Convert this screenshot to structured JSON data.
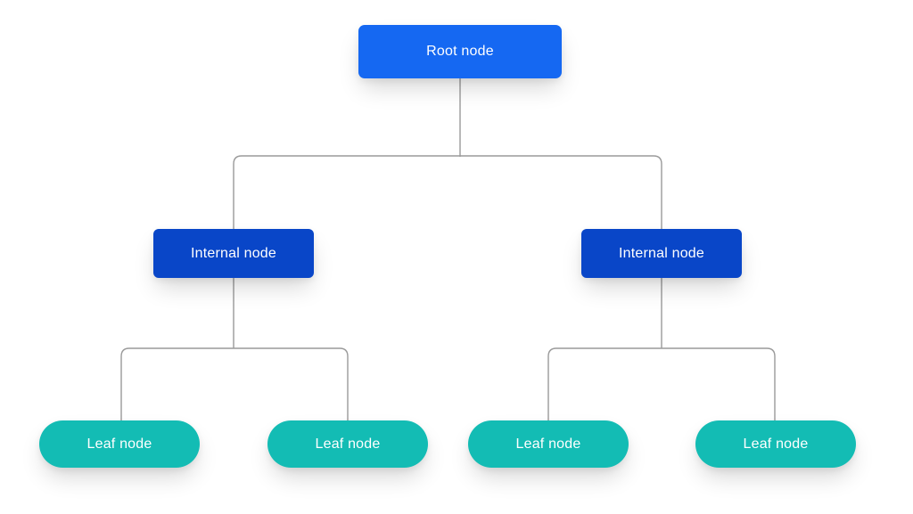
{
  "diagram": {
    "type": "tree",
    "colors": {
      "root": "#1568F2",
      "internal": "#0946C8",
      "leaf": "#13BCB4",
      "connector": "#9A9A9A",
      "text": "#FFFFFF",
      "background": "#FFFFFF"
    },
    "nodes": {
      "root": {
        "label": "Root node",
        "level": 0
      },
      "internal_left": {
        "label": "Internal node",
        "level": 1
      },
      "internal_right": {
        "label": "Internal node",
        "level": 1
      },
      "leaf_1": {
        "label": "Leaf node",
        "level": 2
      },
      "leaf_2": {
        "label": "Leaf node",
        "level": 2
      },
      "leaf_3": {
        "label": "Leaf node",
        "level": 2
      },
      "leaf_4": {
        "label": "Leaf node",
        "level": 2
      }
    },
    "edges": [
      [
        "root",
        "internal_left"
      ],
      [
        "root",
        "internal_right"
      ],
      [
        "internal_left",
        "leaf_1"
      ],
      [
        "internal_left",
        "leaf_2"
      ],
      [
        "internal_right",
        "leaf_3"
      ],
      [
        "internal_right",
        "leaf_4"
      ]
    ]
  }
}
